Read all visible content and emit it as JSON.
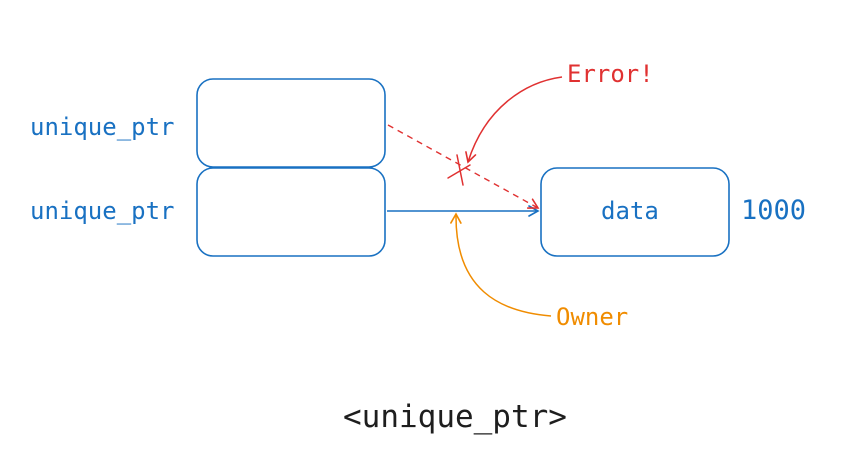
{
  "labels": {
    "ptr_top": "unique_ptr",
    "ptr_bottom": "unique_ptr",
    "data": "data",
    "ref_count": "1000",
    "error": "Error!",
    "owner": "Owner",
    "title": "<unique_ptr>"
  },
  "colors": {
    "blue": "#1971c2",
    "red": "#e03131",
    "orange": "#f08c00",
    "dark": "#1e1e1e"
  }
}
